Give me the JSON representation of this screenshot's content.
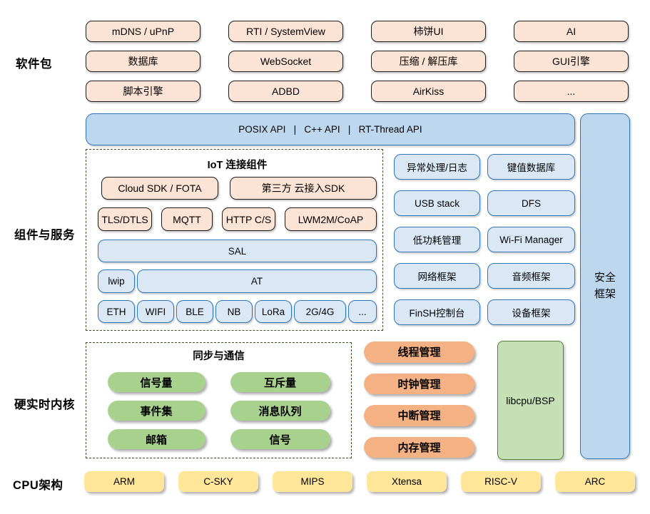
{
  "layers": {
    "software_packages": {
      "label": "软件包",
      "items": [
        "mDNS / uPnP",
        "RTI / SystemView",
        "柿饼UI",
        "AI",
        "数据库",
        "WebSocket",
        "压缩 / 解压库",
        "GUI引擎",
        "脚本引擎",
        "ADBD",
        "AirKiss",
        "..."
      ]
    },
    "api_bar": {
      "label": "POSIX API   |   C++ API   |   RT-Thread API"
    },
    "components_services": {
      "label": "组件与服务",
      "iot": {
        "title": "IoT 连接组件",
        "sdk_boxes": [
          "Cloud SDK / FOTA",
          "第三方 云接入SDK"
        ],
        "protocol_boxes": [
          "TLS/DTLS",
          "MQTT",
          "HTTP C/S",
          "LWM2M/CoAP"
        ],
        "sal": "SAL",
        "stack_boxes": [
          "lwip",
          "AT"
        ],
        "link_boxes": [
          "ETH",
          "WIFI",
          "BLE",
          "NB",
          "LoRa",
          "2G/4G",
          "..."
        ]
      },
      "services": [
        "异常处理/日志",
        "键值数据库",
        "USB stack",
        "DFS",
        "低功耗管理",
        "Wi-Fi Manager",
        "网络框架",
        "音频框架",
        "FinSH控制台",
        "设备框架"
      ],
      "security": "安全框架"
    },
    "kernel": {
      "label": "硬实时内核",
      "sync": {
        "title": "同步与通信",
        "items": [
          "信号量",
          "互斥量",
          "事件集",
          "消息队列",
          "邮箱",
          "信号"
        ]
      },
      "management": [
        "线程管理",
        "时钟管理",
        "中断管理",
        "内存管理"
      ],
      "libcpu": "libcpu/BSP"
    },
    "cpu": {
      "label": "CPU架构",
      "archs": [
        "ARM",
        "C-SKY",
        "MIPS",
        "Xtensa",
        "RISC-V",
        "ARC"
      ]
    }
  },
  "colors": {
    "peach": "#FBE3D5",
    "blue_light": "#DAE8F5",
    "blue_medium": "#BDD7EE",
    "blue_border": "#2E75B6",
    "green_pill": "#A9D18E",
    "green_box": "#C5E0B4",
    "green_box_border": "#538135",
    "orange_pill": "#F4B183",
    "yellow": "#FFE699",
    "dashed_border": "#375623"
  }
}
